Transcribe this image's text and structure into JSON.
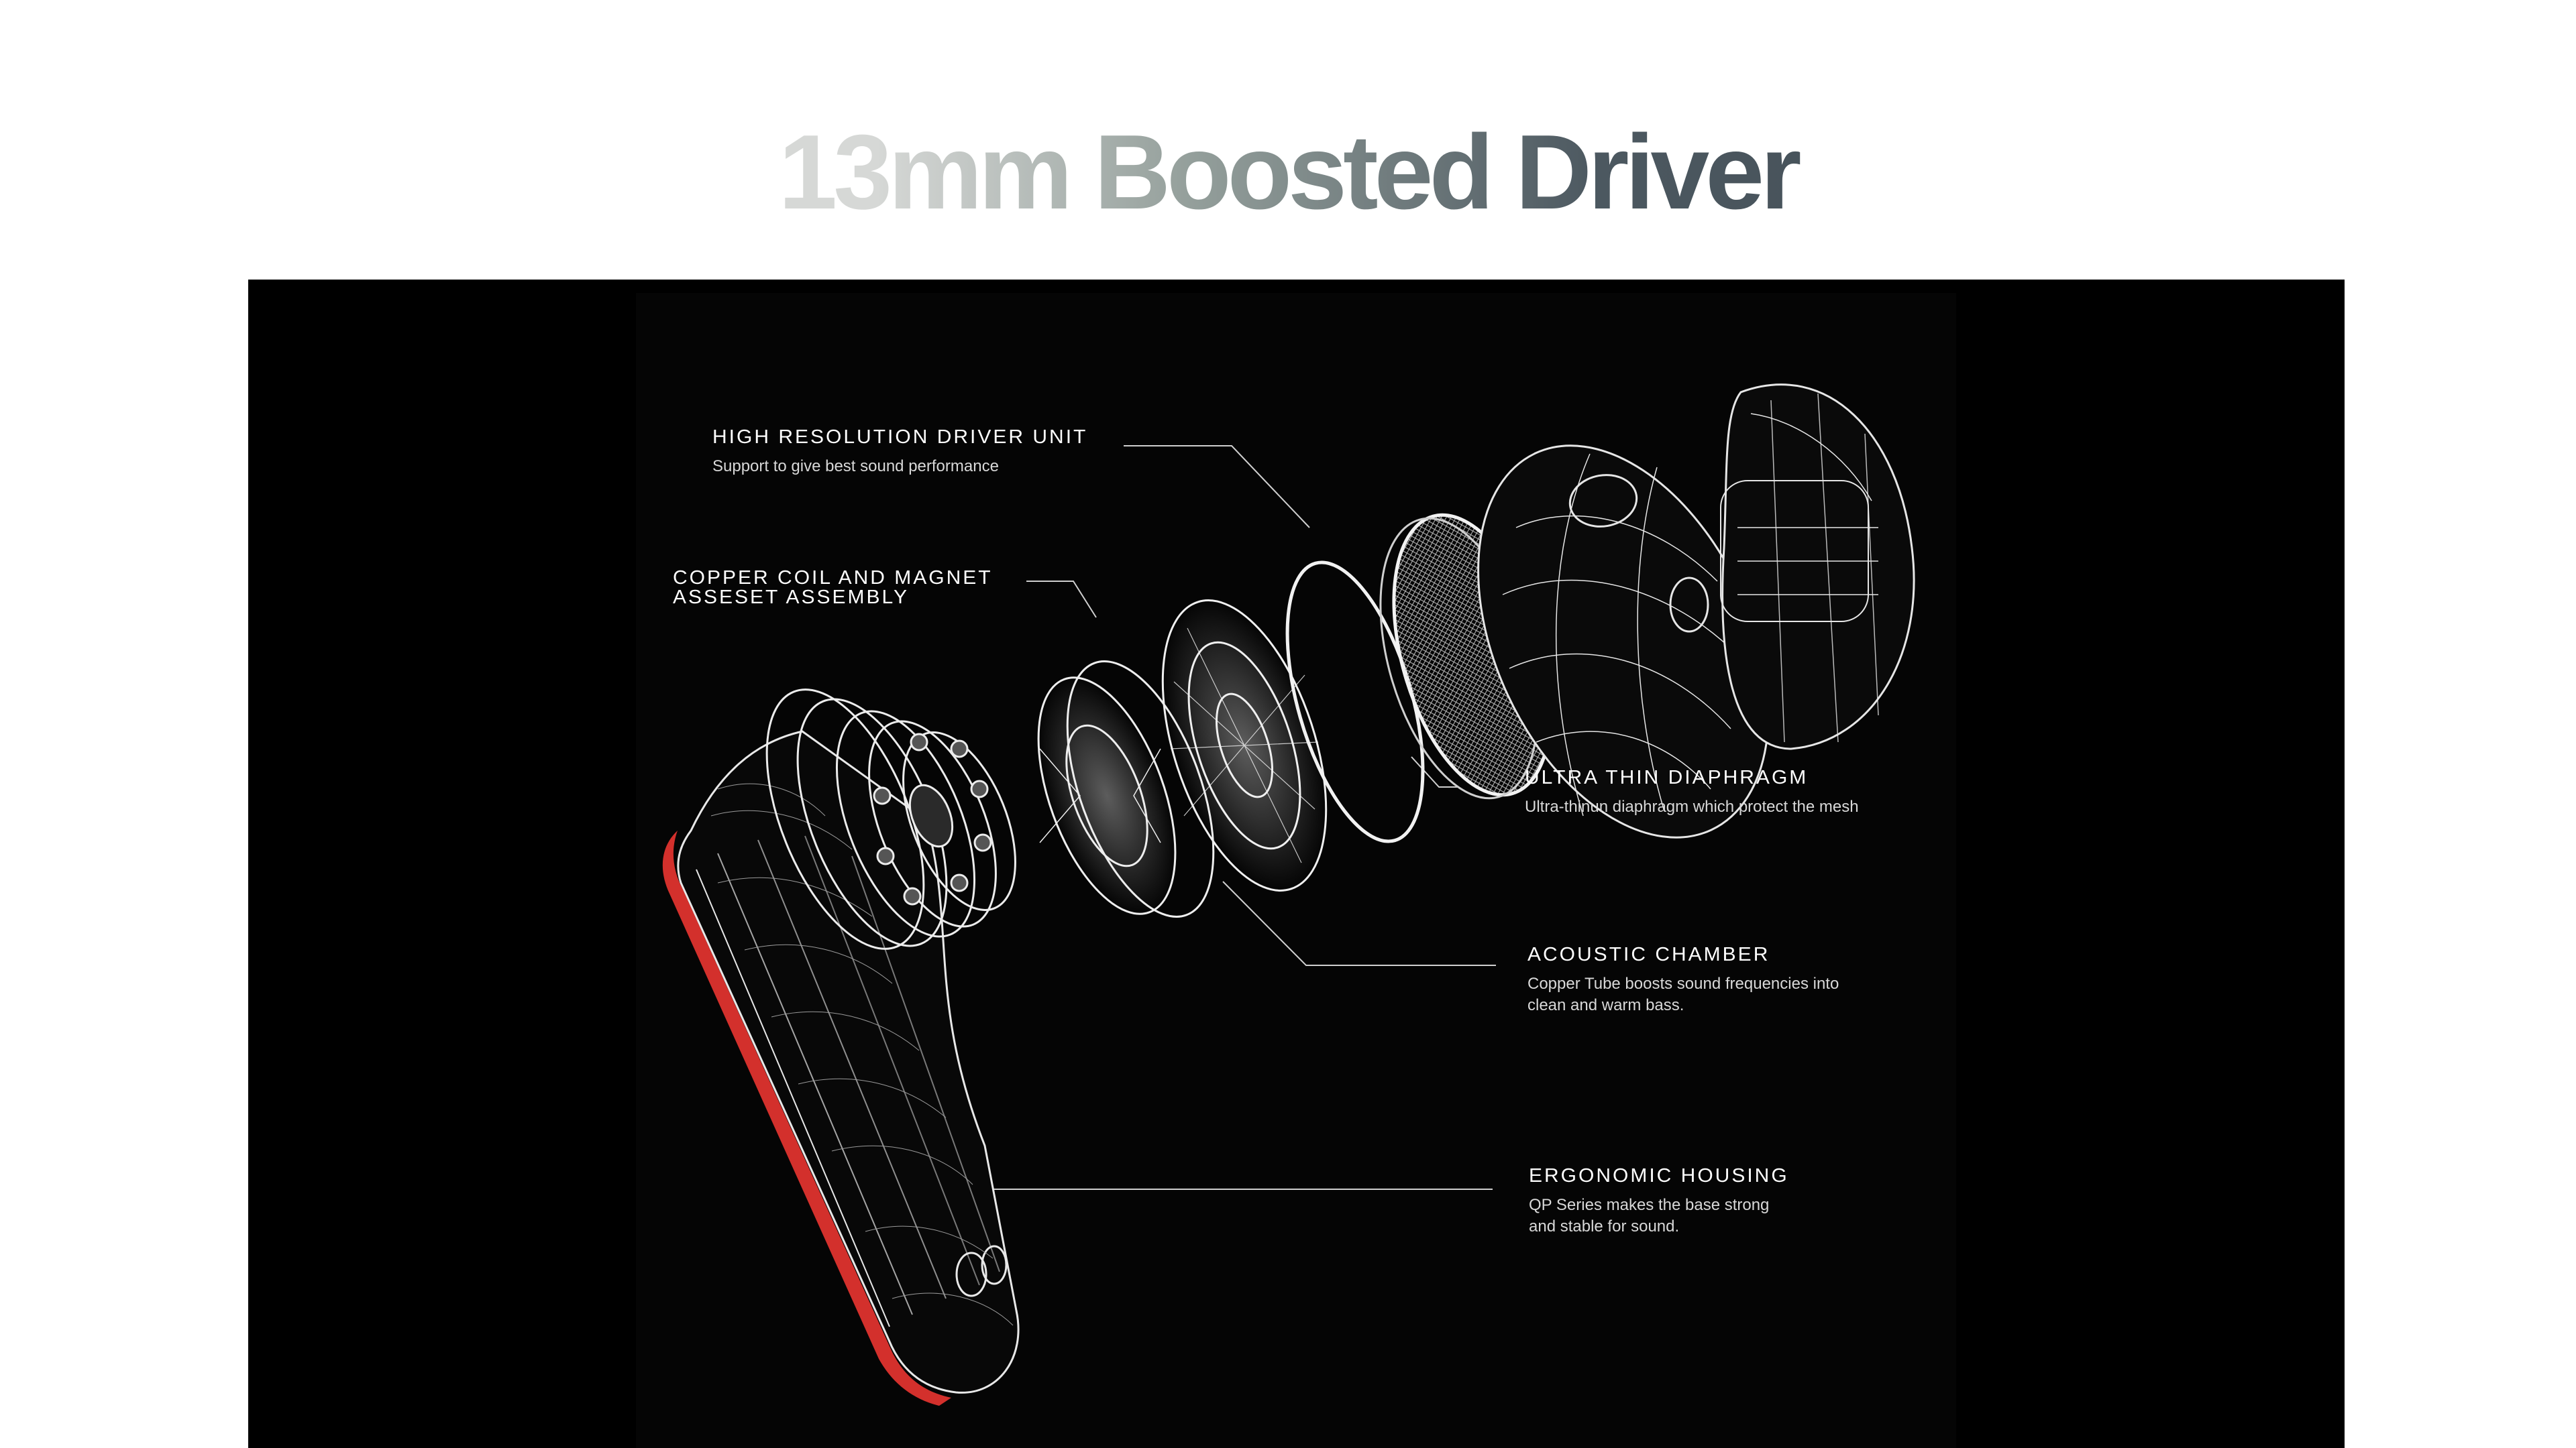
{
  "headline": "13mm Boosted Driver",
  "colors": {
    "accent": "#d3302c",
    "panel": "#000000",
    "wire": "#ffffff"
  },
  "callouts": [
    {
      "title": "HIGH RESOLUTION DRIVER UNIT",
      "desc": "Support to give best sound performance"
    },
    {
      "title_lines": [
        "COPPER COIL AND MAGNET",
        "ASSESET ASSEMBLY"
      ]
    },
    {
      "title": "ULTRA THIN DIAPHRAGM",
      "desc": "Ultra-thinun diaphragm which protect the mesh"
    },
    {
      "title": "ACOUSTIC CHAMBER",
      "desc_lines": [
        "Copper Tube boosts sound frequencies into",
        "clean and warm bass."
      ]
    },
    {
      "title": "ERGONOMIC HOUSING",
      "desc_lines": [
        "QP Series makes the base strong",
        "and stable for sound."
      ]
    }
  ],
  "illustration": {
    "icon": "exploded-earbud-wireframe-icon"
  }
}
